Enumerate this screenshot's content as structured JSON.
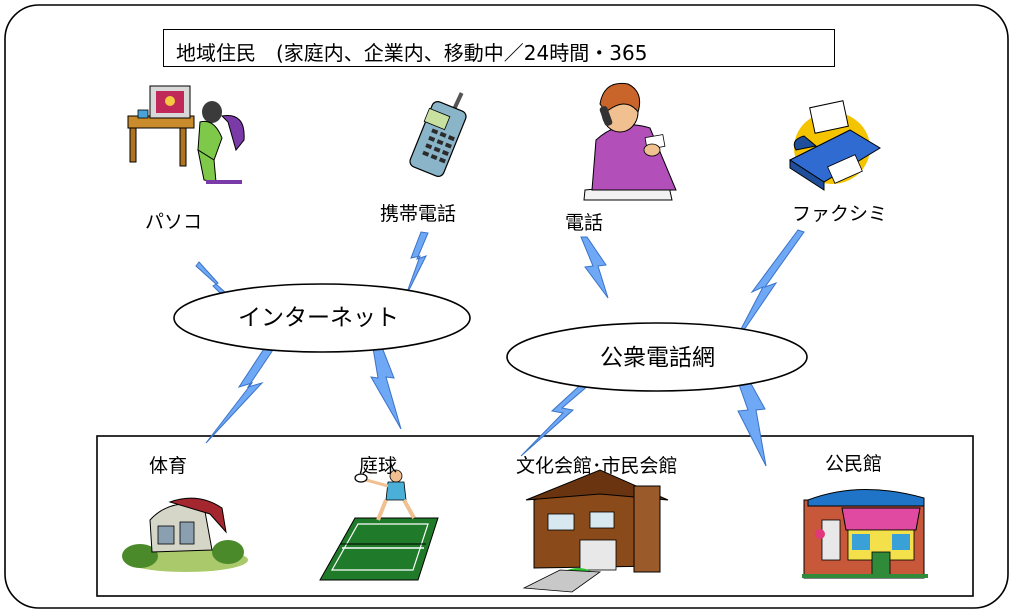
{
  "header": {
    "text": "地域住民　(家庭内、企業内、移動中／24時間・365"
  },
  "devices": {
    "pc": "パソコ",
    "mobile": "携帯電話",
    "phone": "電話",
    "fax": "ファクシミ"
  },
  "networks": {
    "internet": "インターネット",
    "public_phone": "公衆電話網"
  },
  "facilities": {
    "gym": "体育",
    "tennis": "庭球",
    "culture_hall": "文化会館･市民会館",
    "community_center": "公民館"
  },
  "colors": {
    "bolt": "#6fa8f5",
    "bolt_edge": "#3a73c8",
    "outline": "#000000"
  },
  "icons": [
    "computer-user-icon",
    "mobile-phone-icon",
    "woman-on-phone-icon",
    "fax-machine-icon",
    "gymnasium-icon",
    "tennis-court-icon",
    "culture-hall-icon",
    "community-center-icon"
  ]
}
